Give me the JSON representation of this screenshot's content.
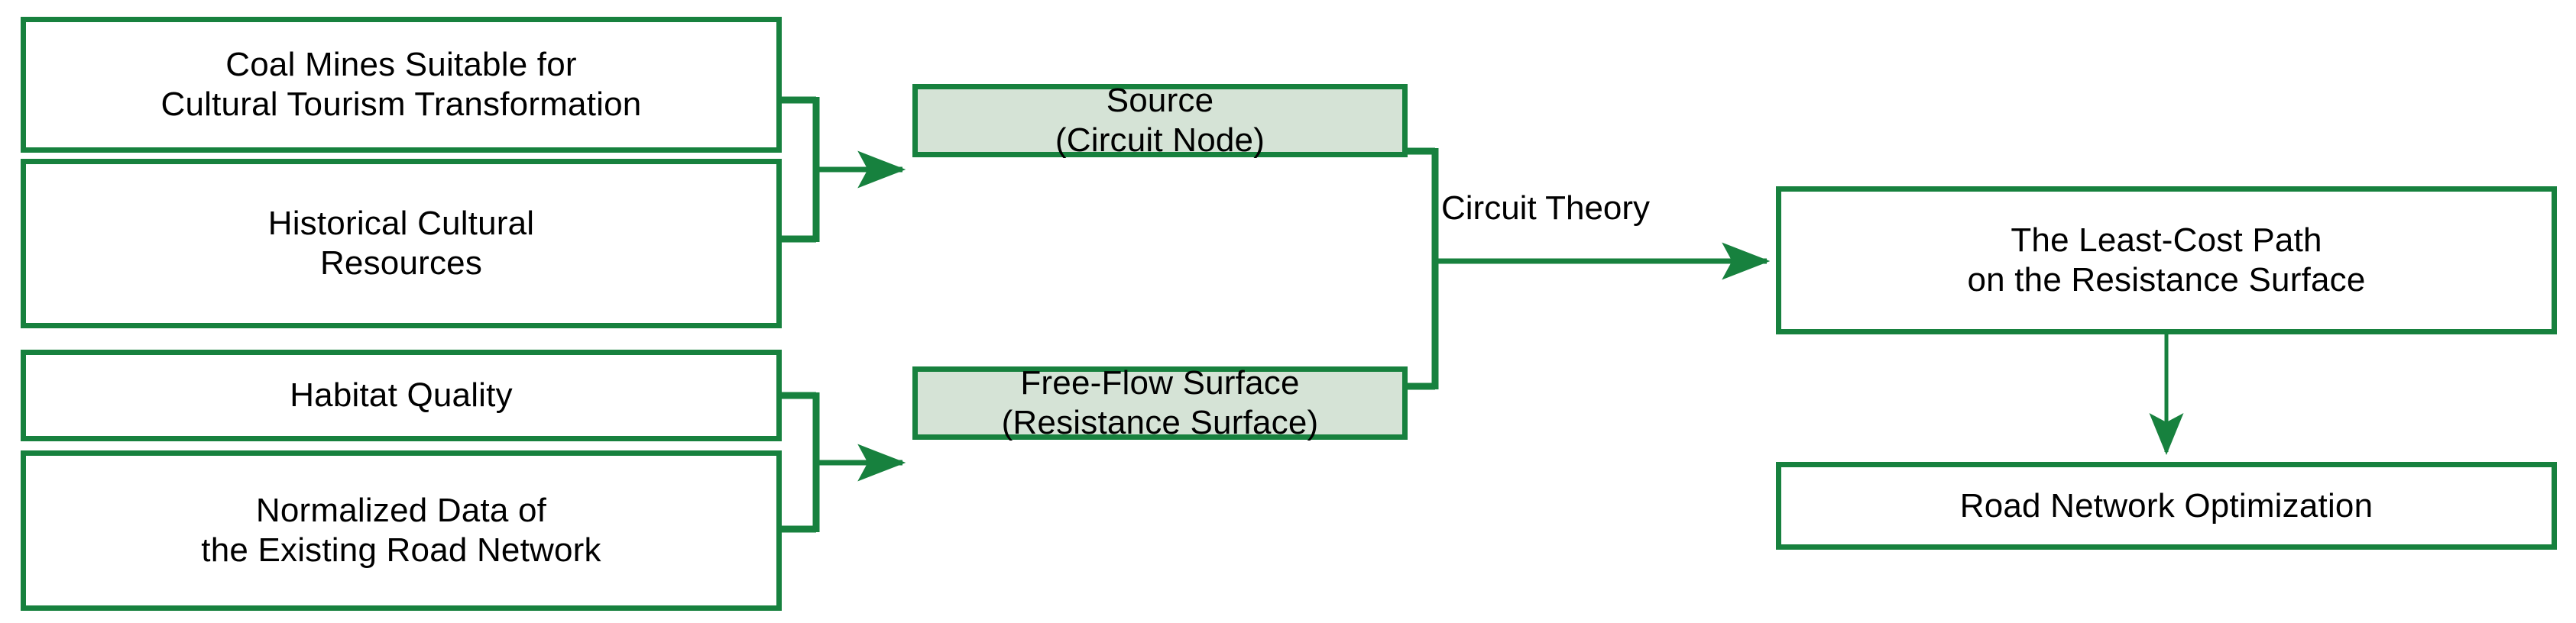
{
  "diagram": {
    "title": "Circuit-theory based road network optimization workflow",
    "colors": {
      "border": "#17813e",
      "fill_highlight": "#d5e3d6",
      "fill_plain": "#ffffff",
      "text": "#000000",
      "arrow": "#17813e"
    },
    "nodes": {
      "coal_mines": {
        "line1": "Coal Mines Suitable for",
        "line2": "Cultural Tourism Transformation"
      },
      "historical": {
        "line1": "Historical Cultural",
        "line2": "Resources"
      },
      "habitat": {
        "line1": "Habitat Quality"
      },
      "normalized": {
        "line1": "Normalized Data of",
        "line2": "the Existing Road Network"
      },
      "source": {
        "line1": "Source",
        "line2": "(Circuit Node)"
      },
      "freeflow": {
        "line1": "Free-Flow Surface",
        "line2": "(Resistance Surface)"
      },
      "least_cost": {
        "line1": "The Least-Cost Path",
        "line2": "on the Resistance Surface"
      },
      "road_network": {
        "line1": "Road Network Optimization"
      }
    },
    "edges": {
      "circuit_theory_label": "Circuit Theory"
    }
  }
}
